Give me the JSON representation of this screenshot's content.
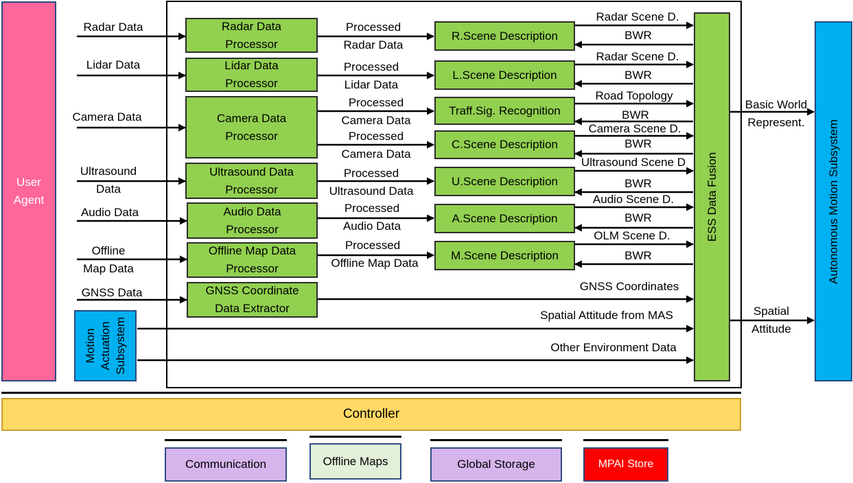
{
  "left_inputs": {
    "radar": "Radar Data",
    "lidar": "Lidar Data",
    "camera": "Camera Data",
    "ultrasound": "Ultrasound\nData",
    "audio": "Audio Data",
    "offline_map": "Offline\nMap Data",
    "gnss": "GNSS Data"
  },
  "blocks": {
    "user_agent": "User\nAgent",
    "motion_actuation": "Motion\nActuation\nSubsystem",
    "radar_processor": "Radar Data\nProcessor",
    "lidar_processor": "Lidar Data\nProcessor",
    "camera_processor": "Camera Data\nProcessor",
    "ultrasound_processor": "Ultrasound Data\nProcessor",
    "audio_processor": "Audio Data\nProcessor",
    "offline_map_processor": "Offline Map Data\nProcessor",
    "gnss_extractor": "GNSS Coordinate\nData Extractor",
    "r_scene": "R.Scene Description",
    "l_scene": "L.Scene Description",
    "traffic_signal": "Traff.Sig. Recognition",
    "c_scene": "C.Scene Description",
    "u_scene": "U.Scene Description",
    "a_scene": "A.Scene Description",
    "m_scene": "M.Scene Description",
    "ess_fusion": "ESS Data Fusion",
    "autonomous_motion": "Autonomous Motion Subsystem",
    "controller": "Controller",
    "communication": "Communication",
    "offline_maps": "Offline Maps",
    "global_storage": "Global Storage",
    "mpai_store": "MPAI Store"
  },
  "mid_labels": {
    "radar_top": "Processed",
    "radar_bottom": "Radar Data",
    "lidar_top": "Processed",
    "lidar_bottom": "Lidar Data",
    "camera1_top": "Processed",
    "camera1_bottom": "Camera Data",
    "camera2_top": "Processed",
    "camera2_bottom": "Camera Data",
    "ultrasound_top": "Processed",
    "ultrasound_bottom": "Ultrasound Data",
    "audio_top": "Processed",
    "audio_bottom": "Audio Data",
    "offline_top": "Processed",
    "offline_bottom": "Offline Map Data"
  },
  "right_labels": {
    "radar_scene": "Radar Scene D.",
    "bwr_1": "BWR",
    "lidar_scene": "Radar Scene D.",
    "bwr_2": "BWR",
    "road_topology": "Road Topology",
    "bwr_3": "BWR",
    "camera_scene": "Camera Scene D.",
    "bwr_4": "BWR",
    "ultrasound_scene": "Ultrasound Scene D",
    "bwr_5": "BWR",
    "audio_scene": "Audio Scene D.",
    "bwr_6": "BWR",
    "olm_scene": "OLM Scene D.",
    "bwr_7": "BWR",
    "gnss_coordinates": "GNSS Coordinates",
    "spatial_from_mas": "Spatial Attitude from MAS",
    "other_env": "Other Environment Data"
  },
  "outputs": {
    "basic_world": "Basic World\nRepresent.",
    "spatial_attitude": "Spatial\nAttitude"
  },
  "colors": {
    "processor_green": "#92d050",
    "user_agent_pink": "#ff6699",
    "subsystem_blue": "#00b0f0",
    "controller_yellow": "#ffd966",
    "communication_purple": "#d6b4ec",
    "offline_maps_pale_green": "#e2efd9",
    "mpai_store_red": "#ff0000"
  }
}
